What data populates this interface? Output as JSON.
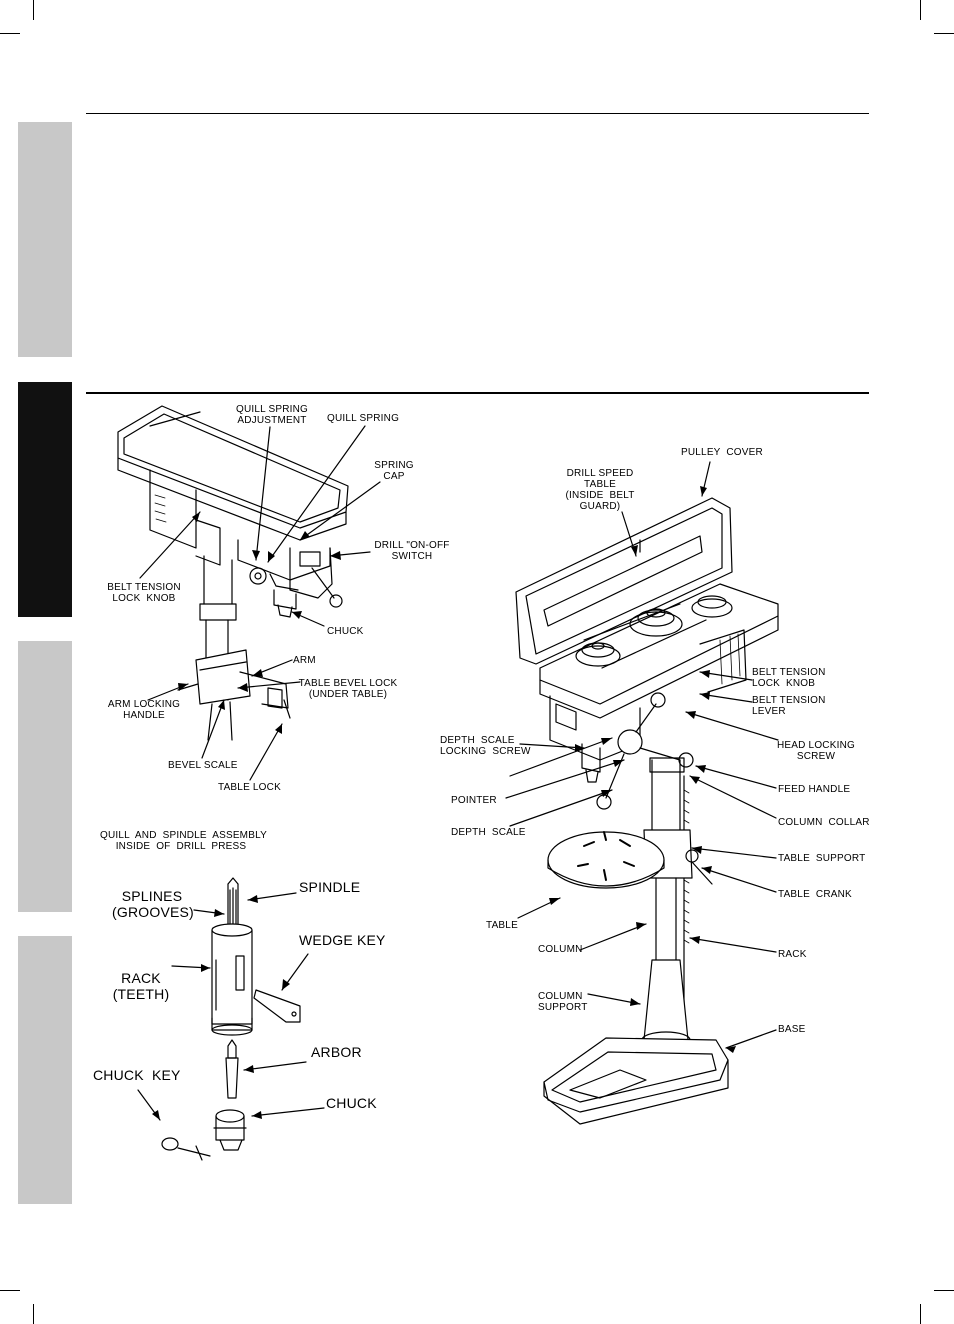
{
  "labels": {
    "quill_spring_adjustment": "QUILL SPRING\nADJUSTMENT",
    "quill_spring": "QUILL SPRING",
    "spring_cap": "SPRING\nCAP",
    "drill_switch": "DRILL \"ON-OFF\nSWITCH",
    "belt_tension_lock_knob_left": "BELT TENSION\nLOCK  KNOB",
    "chuck_left": "CHUCK",
    "arm": "ARM",
    "table_bevel_lock": "TABLE BEVEL LOCK\n(UNDER TABLE)",
    "arm_locking_handle": "ARM LOCKING\nHANDLE",
    "bevel_scale": "BEVEL SCALE",
    "table_lock": "TABLE LOCK",
    "assembly_caption": "QUILL  AND  SPINDLE  ASSEMBLY\nINSIDE  OF  DRILL  PRESS",
    "splines": "SPLINES\n(GROOVES)",
    "spindle": "SPINDLE",
    "wedge_key": "WEDGE KEY",
    "rack_teeth": "RACK\n(TEETH)",
    "arbor": "ARBOR",
    "chuck_key": "CHUCK  KEY",
    "chuck_assembly": "CHUCK",
    "pulley_cover": "PULLEY  COVER",
    "drill_speed_table": "DRILL SPEED\nTABLE\n(INSIDE  BELT\nGUARD)",
    "belt_tension_lock_knob_right": "BELT TENSION\nLOCK  KNOB",
    "belt_tension_lever": "BELT TENSION\nLEVER",
    "depth_scale_locking_screw": "DEPTH  SCALE\nLOCKING  SCREW",
    "head_locking_screw": "HEAD LOCKING\nSCREW",
    "feed_handle": "FEED HANDLE",
    "pointer": "POINTER",
    "column_collar": "COLUMN  COLLAR",
    "depth_scale": "DEPTH  SCALE",
    "table_support": "TABLE  SUPPORT",
    "table_crank": "TABLE  CRANK",
    "table": "TABLE",
    "column": "COLUMN",
    "rack": "RACK",
    "column_support": "COLUMN\nSUPPORT",
    "base": "BASE"
  },
  "colors": {
    "tab_inactive": "#c8c8c8",
    "tab_active": "#111111",
    "ink": "#000000"
  }
}
